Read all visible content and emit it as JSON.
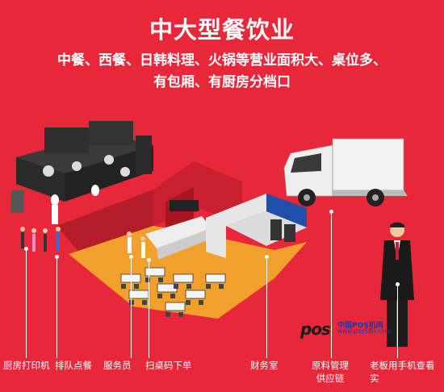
{
  "header": {
    "title": "中大型餐饮业",
    "subtitle_line1": "中餐、西餐、日韩料理、火锅等营业面积大、桌位多、",
    "subtitle_line2": "有包厢、有厨房分档口"
  },
  "labels": {
    "kitchen_printer": "厨房打印机",
    "queue_ordering": "排队点餐",
    "waiter": "服务员",
    "scan_order": "扫桌码下单",
    "finance_room": "财务室",
    "supply_line1": "原料管理",
    "supply_line2": "供应链",
    "boss_line1": "老板用手机查看",
    "boss_line2": "实"
  },
  "watermark": {
    "brand": "pos",
    "site_name": "中国POS机网",
    "url": "www.pos580.com"
  },
  "colors": {
    "background": "#e8273a",
    "floor": "#f2a02c",
    "wall": "#c8202e",
    "truck_cab": "#eeeeee"
  }
}
